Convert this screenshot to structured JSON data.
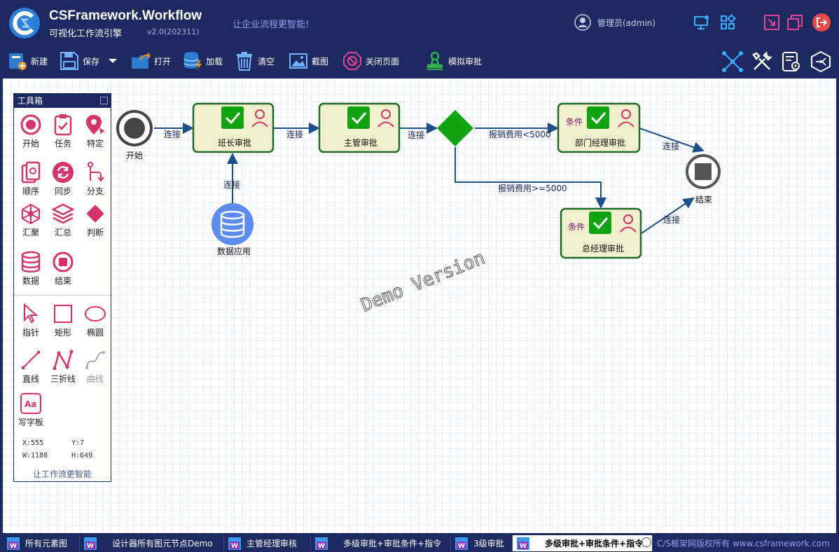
{
  "header": {
    "app_name": "CSFramework.Workflow",
    "app_subtitle": "可视化工作流引擎",
    "version": "v2.0(202311)",
    "slogan": "让企业流程更智能!",
    "user": "管理员(admin)"
  },
  "toolbar": {
    "new": "新建",
    "save": "保存",
    "open": "打开",
    "load": "加载",
    "clear": "清空",
    "screenshot": "截图",
    "close_page": "关闭页面",
    "simulate": "模拟审批"
  },
  "toolbox": {
    "title": "工具箱",
    "tools": {
      "start": "开始",
      "task": "任务",
      "special": "特定",
      "sequence": "顺序",
      "sync": "同步",
      "branch": "分支",
      "merge": "汇聚",
      "summary": "汇总",
      "decision": "判断",
      "data": "数据",
      "end": "结束",
      "pointer": "指针",
      "rect": "矩形",
      "ellipse": "椭圆",
      "line": "直线",
      "polyline": "三折线",
      "curve": "曲线",
      "textboard": "写字板"
    },
    "coords": {
      "x": "X:555",
      "y": "Y:7",
      "w": "W:1188",
      "h": "H:649"
    },
    "footer": "让工作流更智能"
  },
  "diagram": {
    "start_label": "开始",
    "end_label": "结束",
    "data_label": "数据应用",
    "nodes": {
      "team_leader": "班长审批",
      "supervisor": "主管审批",
      "dept_manager": "部门经理审批",
      "general_manager": "总经理审批"
    },
    "condition_tag": "条件",
    "links": {
      "connect": "连接",
      "expense_lt": "报销费用<5000",
      "expense_ge": "报销费用>=5000"
    },
    "watermark": "Demo Version"
  },
  "tabs": [
    {
      "label": "所有元素图",
      "active": false
    },
    {
      "label": "设计器所有图元节点Demo",
      "active": false
    },
    {
      "label": "主管经理审核",
      "active": false
    },
    {
      "label": "多级审批+审批条件+指令",
      "active": false
    },
    {
      "label": "3级审批",
      "active": false
    },
    {
      "label": "多级审批+审批条件+指令",
      "active": true
    }
  ],
  "copyright": "C/S框架网版权所有 www.csframework.com",
  "colors": {
    "header_bg": "#1d2a62",
    "node_border": "#1f6b2a",
    "node_fill": "#f2f0cc",
    "decision_fill": "#12a312",
    "link": "#1d4f8a",
    "accent_pink": "#d6336c"
  }
}
